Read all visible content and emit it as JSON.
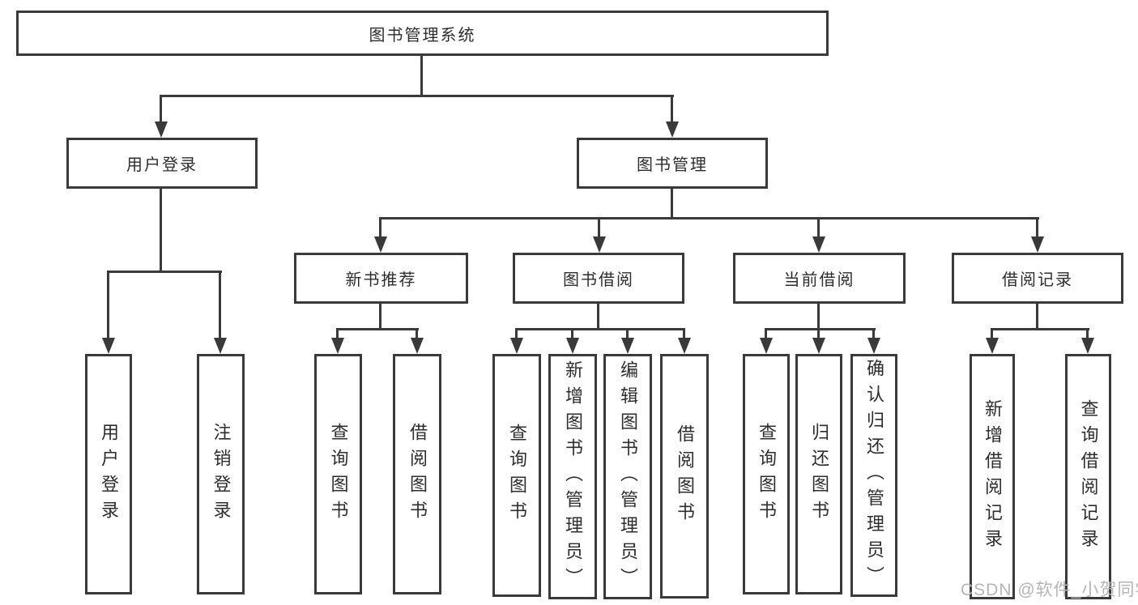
{
  "nodes": {
    "root": "图书管理系统",
    "login_group": "用户登录",
    "book_mgmt": "图书管理",
    "new_book_rec": "新书推荐",
    "book_borrow": "图书借阅",
    "current_borrow": "当前借阅",
    "borrow_records": "借阅记录",
    "leaf_user_login": "用户登录",
    "leaf_logout": "注销登录",
    "leaf_nbr_query": "查询图书",
    "leaf_nbr_borrow": "借阅图书",
    "leaf_bb_query": "查询图书",
    "leaf_bb_add": "新增图书（管理员）",
    "leaf_bb_edit": "编辑图书（管理员）",
    "leaf_bb_borrow": "借阅图书",
    "leaf_cb_query": "查询图书",
    "leaf_cb_return": "归还图书",
    "leaf_cb_confirm": "确认归还（管理员）",
    "leaf_br_add": "新增借阅记录",
    "leaf_br_query": "查询借阅记录"
  },
  "watermark": "CSDN @软件_小贺同学",
  "colors": {
    "line": "#3a3a3a",
    "text": "#2d2d2d",
    "watermark": "#b5b5b5",
    "background": "#ffffff"
  }
}
